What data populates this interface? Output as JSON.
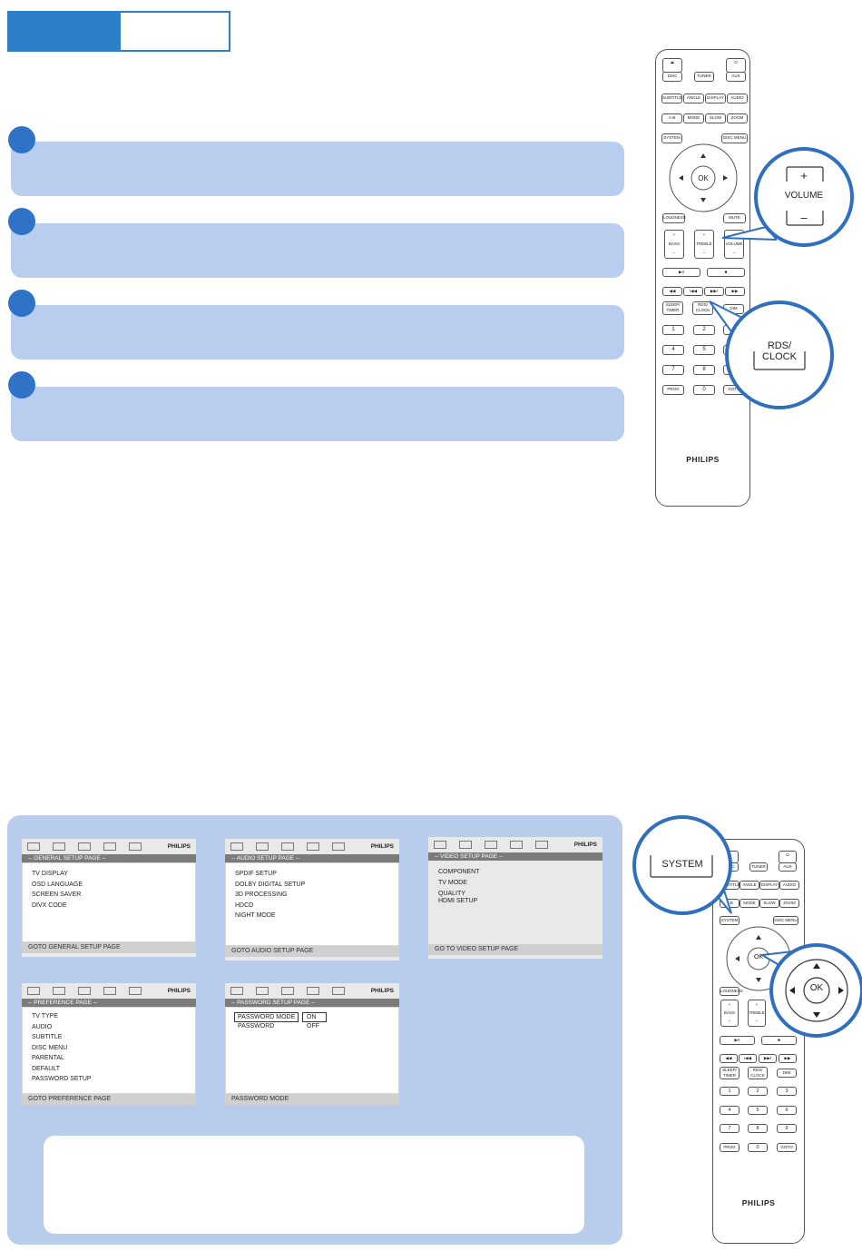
{
  "remote_top": {
    "brand": "PHILIPS",
    "rows": [
      [
        "DISC",
        "TUNER",
        "AUX"
      ],
      [
        "SUBTITLE",
        "ANGLE",
        "DISPLAY",
        "AUDIO"
      ],
      [
        "A-B",
        "MODE",
        "SLOW",
        "ZOOM"
      ],
      [
        "SYSTEM",
        "DISC MENU"
      ]
    ],
    "ok_label": "OK",
    "row_loudness": [
      "LOUDNESS",
      "MUTE"
    ],
    "row_tone": [
      "BASS",
      "TREBLE",
      "VOLUME"
    ],
    "row_timer": [
      "SLEEP/ TIMER",
      "RDS/ CLOCK",
      "DIM"
    ],
    "numbers": [
      "1",
      "2",
      "3",
      "4",
      "5",
      "6",
      "7",
      "8",
      "9"
    ],
    "row_bottom": [
      "PROG",
      "0",
      "GOTO"
    ],
    "plus": "+",
    "minus": "–",
    "play_pause": "▶II",
    "stop": "■",
    "rewind": "◀◀",
    "prev": "I◀◀",
    "next": "▶▶I",
    "forward": "▶▶"
  },
  "callouts": {
    "volume_label": "VOLUME",
    "volume_plus": "+",
    "volume_minus": "–",
    "rds_clock_label": "RDS/\nCLOCK",
    "system_label": "SYSTEM",
    "ok_label": "OK"
  },
  "osd_brand": "PHILIPS",
  "osd_screens": [
    {
      "title": "-- GENERAL SETUP PAGE --",
      "items": [
        "TV DISPLAY",
        "OSD LANGUAGE",
        "SCREEN SAVER",
        "DIVX CODE"
      ],
      "footer": "GOTO GENERAL SETUP PAGE"
    },
    {
      "title": "-- AUDIO SETUP PAGE --",
      "items": [
        "SPDIF SETUP",
        "DOLBY DIGITAL SETUP",
        "3D PROCESSING",
        "HDCD",
        "NIGHT MODE"
      ],
      "footer": "GOTO AUDIO SETUP PAGE"
    },
    {
      "title": "-- VIDEO SETUP PAGE --",
      "items": [
        "COMPONENT",
        "TV MODE",
        "QUALITY",
        "HDMI SETUP"
      ],
      "footer": "GO TO VIDEO SETUP PAGE"
    },
    {
      "title": "-- PREFERENCE PAGE --",
      "items": [
        "TV TYPE",
        "AUDIO",
        "SUBTITLE",
        "DISC MENU",
        "PARENTAL",
        "DEFAULT",
        "PASSWORD SETUP"
      ],
      "footer": "GOTO PREFERENCE PAGE"
    },
    {
      "title": "-- PASSWORD SETUP PAGE --",
      "items": [
        "PASSWORD MODE",
        "PASSWORD"
      ],
      "values": [
        "ON",
        "OFF"
      ],
      "footer": "PASSWORD MODE"
    }
  ],
  "colors": {
    "accent": "#2f7ec9",
    "step_fill": "#b9cdee",
    "panel_fill": "#b8ccec",
    "callout_ring": "#2f6fbd"
  }
}
